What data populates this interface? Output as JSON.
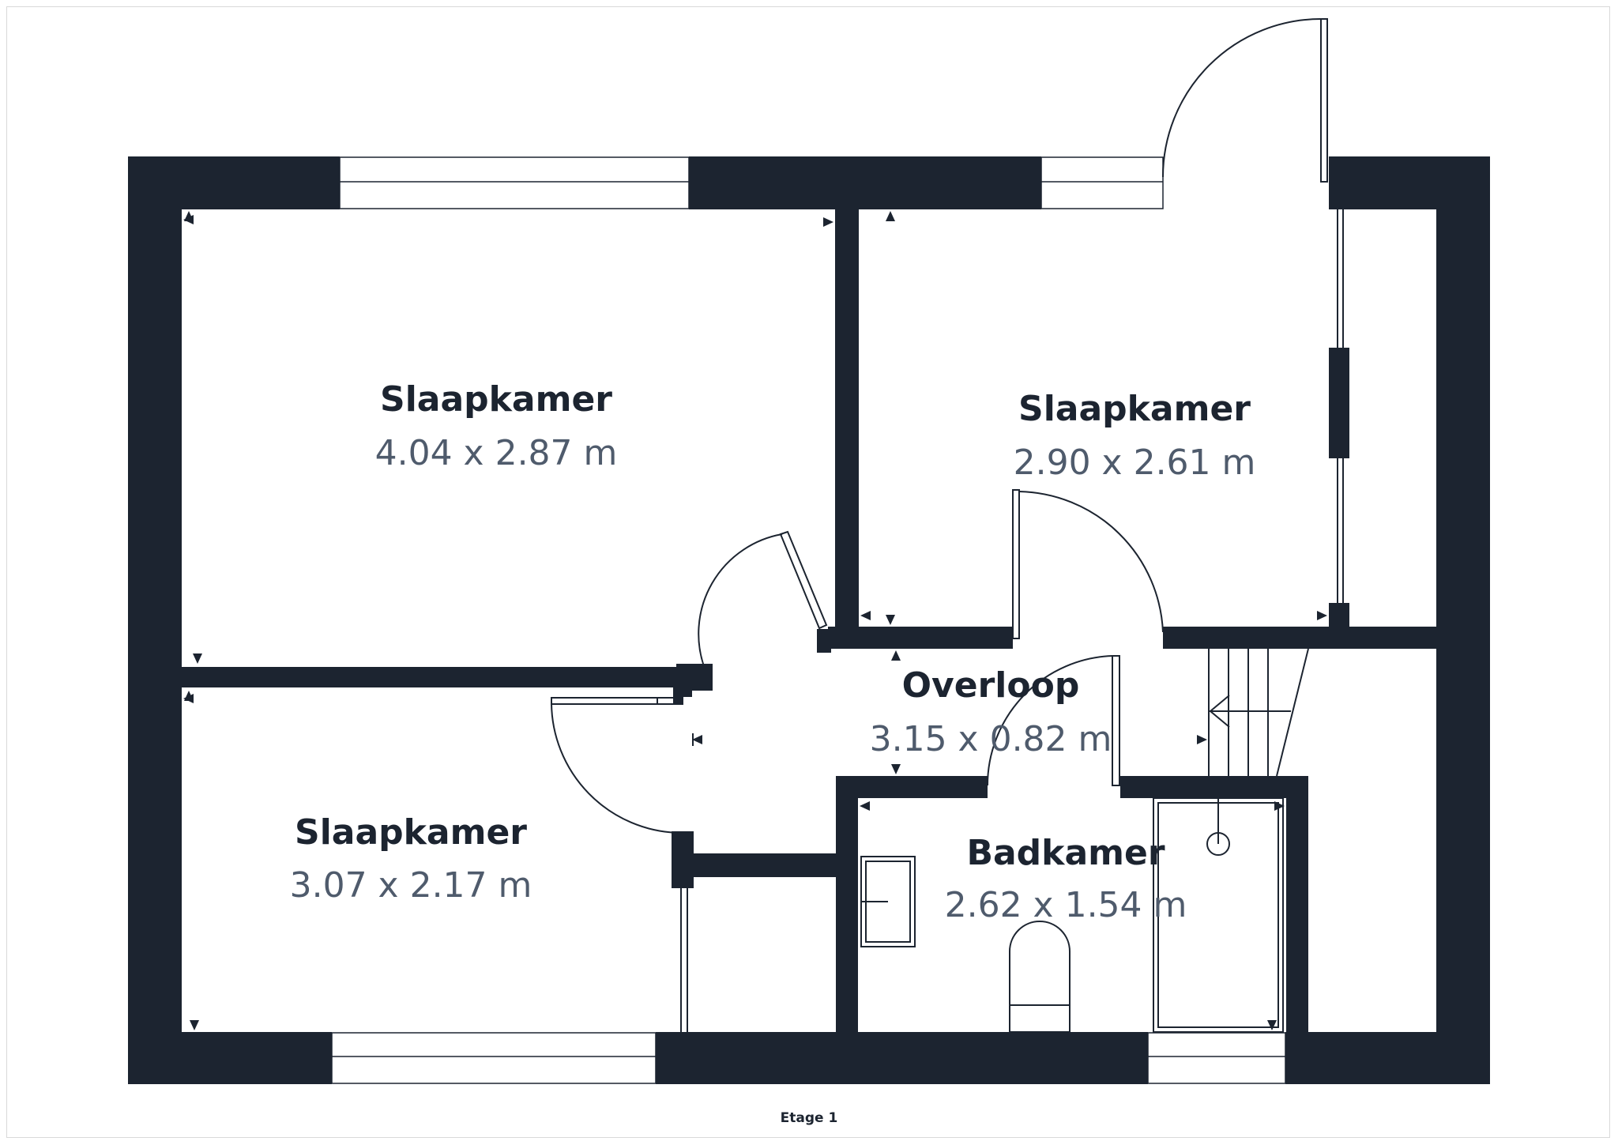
{
  "plan": {
    "wall_color": "#1c2430",
    "line_color": "#1c2430",
    "name_color": "#1c2430",
    "dimension_color": "#4f5b6c",
    "level_label": "Etage 1",
    "rooms": [
      {
        "id": "bedroom-1",
        "name": "Slaapkamer",
        "dimensions": "4.04 x 2.87 m"
      },
      {
        "id": "bedroom-2",
        "name": "Slaapkamer",
        "dimensions": "2.90 x 2.61 m"
      },
      {
        "id": "landing",
        "name": "Overloop",
        "dimensions": "3.15 x 0.82 m"
      },
      {
        "id": "bedroom-3",
        "name": "Slaapkamer",
        "dimensions": "3.07 x 2.17 m"
      },
      {
        "id": "bathroom",
        "name": "Badkamer",
        "dimensions": "2.62 x 1.54 m"
      }
    ]
  }
}
